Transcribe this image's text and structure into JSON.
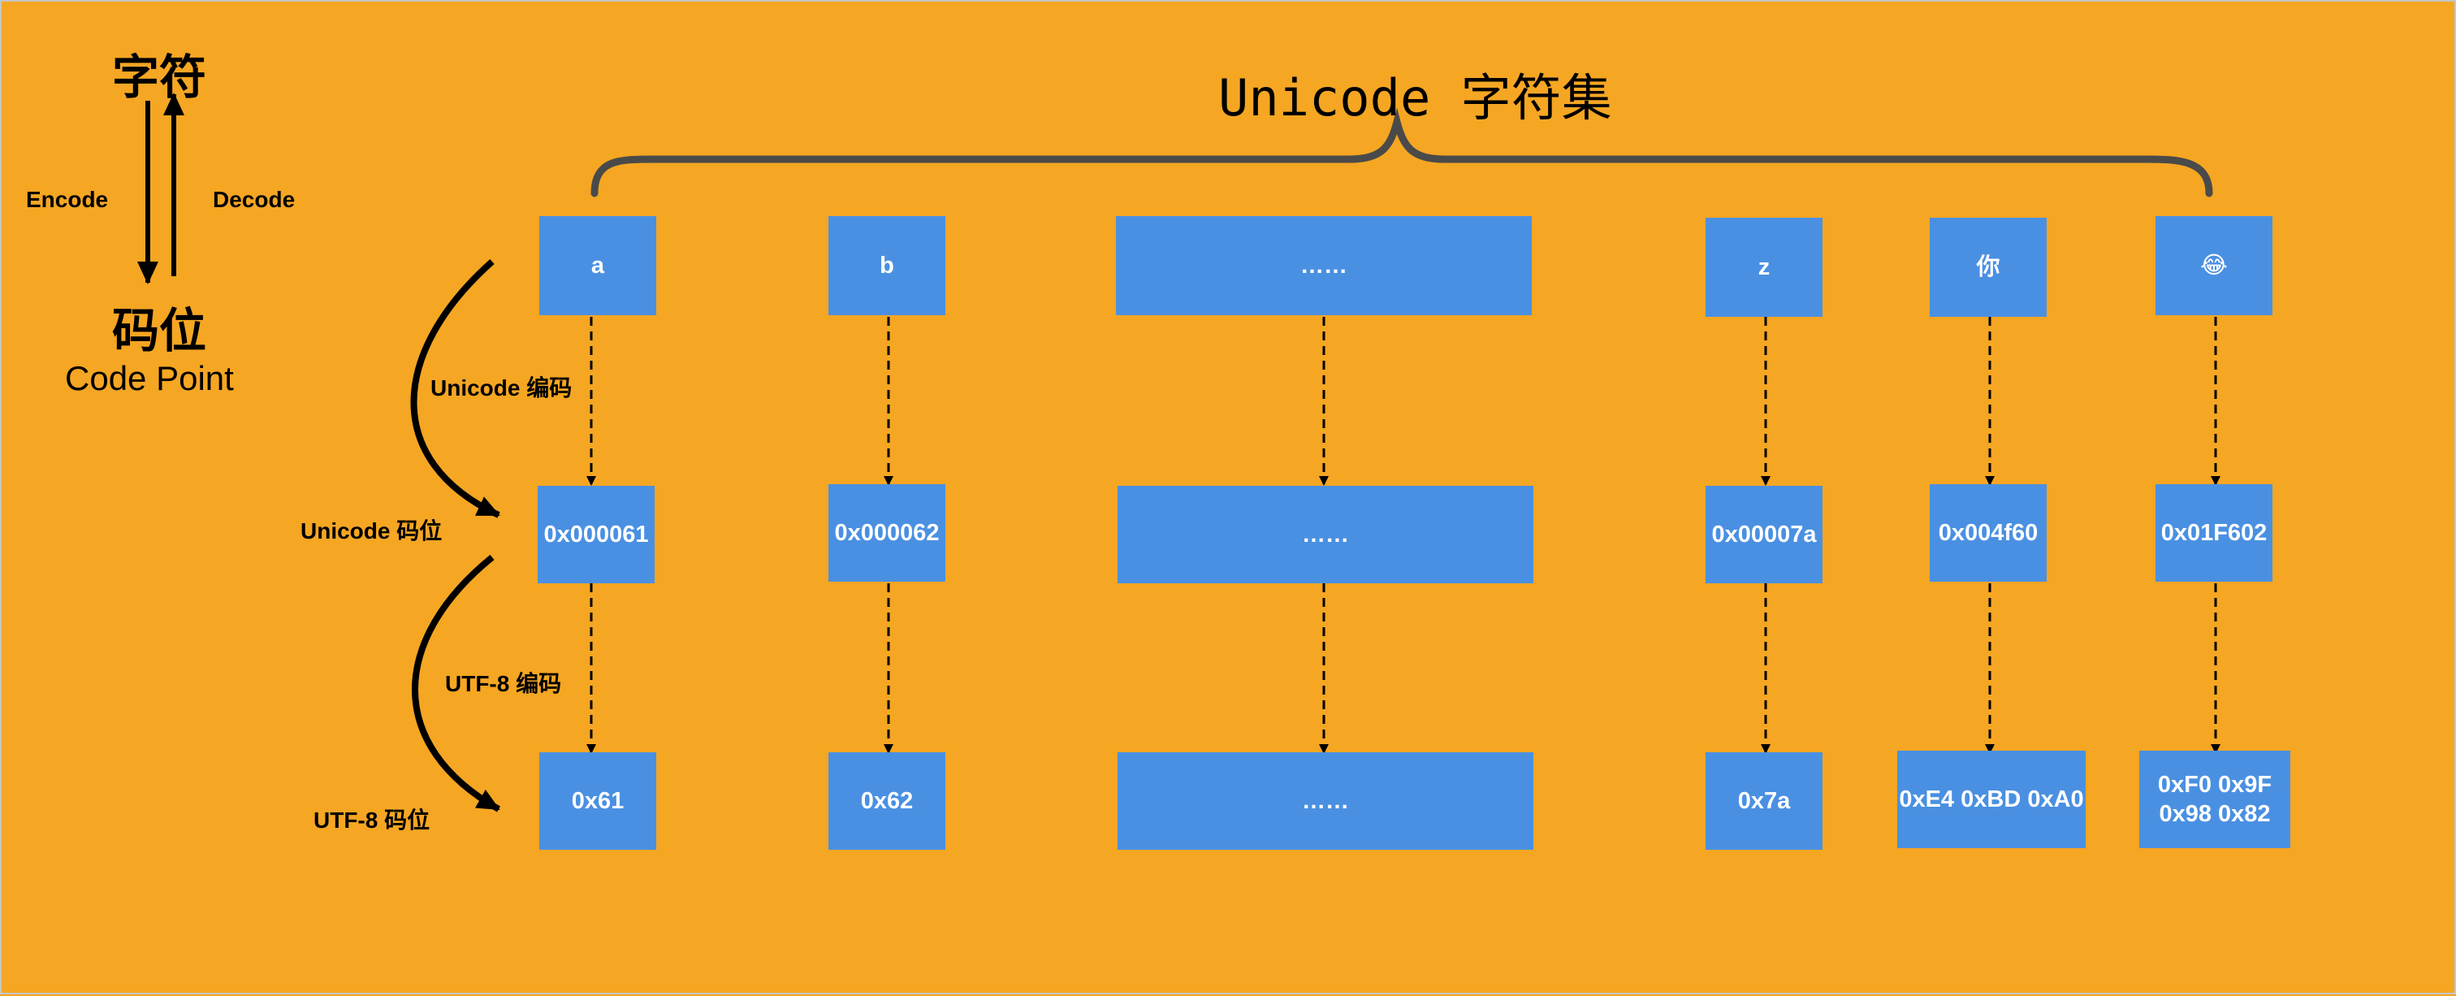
{
  "title": "Unicode 字符集",
  "legend": {
    "top": "字符",
    "encode": "Encode",
    "decode": "Decode",
    "bottom": "码位",
    "bottom_sub": "Code Point"
  },
  "row_labels": {
    "unicode_encoding": "Unicode 编码",
    "unicode_code_point": "Unicode 码位",
    "utf8_encoding": "UTF-8 编码",
    "utf8_code_point": "UTF-8 码位"
  },
  "columns": [
    {
      "char": "a",
      "code_point": "0x000061",
      "utf8": "0x61"
    },
    {
      "char": "b",
      "code_point": "0x000062",
      "utf8": "0x62"
    },
    {
      "char": "……",
      "code_point": "……",
      "utf8": "……"
    },
    {
      "char": "z",
      "code_point": "0x00007a",
      "utf8": "0x7a"
    },
    {
      "char": "你",
      "code_point": "0x004f60",
      "utf8": "0xE4 0xBD 0xA0"
    },
    {
      "char": "😂",
      "code_point": "0x01F602",
      "utf8": "0xF0 0x9F\n0x98 0x82"
    }
  ],
  "colors": {
    "background": "#F5A623",
    "box": "#4A90E2",
    "box_text": "#FFFFFF",
    "brace": "#4A4A4A",
    "arrows": "#000000"
  }
}
